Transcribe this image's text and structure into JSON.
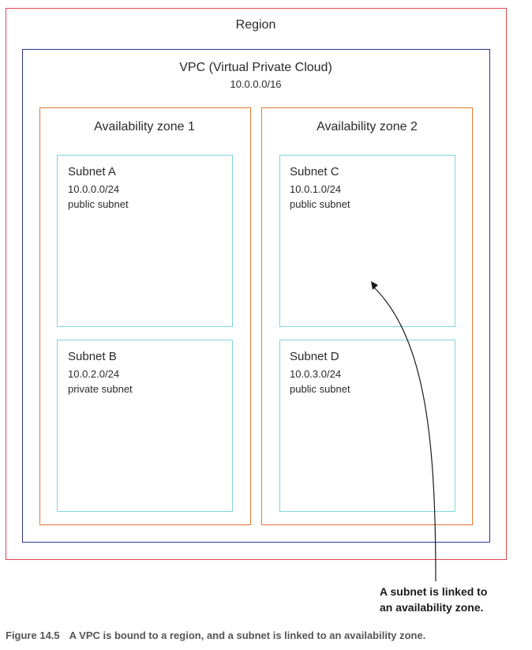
{
  "region": {
    "label": "Region"
  },
  "vpc": {
    "label": "VPC (Virtual Private Cloud)",
    "cidr": "10.0.0.0/16"
  },
  "zones": [
    {
      "label": "Availability zone 1"
    },
    {
      "label": "Availability zone 2"
    }
  ],
  "subnets": [
    {
      "name": "Subnet A",
      "cidr": "10.0.0.0/24",
      "type": "public subnet"
    },
    {
      "name": "Subnet B",
      "cidr": "10.0.2.0/24",
      "type": "private subnet"
    },
    {
      "name": "Subnet C",
      "cidr": "10.0.1.0/24",
      "type": "public subnet"
    },
    {
      "name": "Subnet D",
      "cidr": "10.0.3.0/24",
      "type": "public subnet"
    }
  ],
  "annotation": {
    "line1": "A subnet is linked to",
    "line2": "an availability zone."
  },
  "caption": {
    "number": "Figure 14.5",
    "text": "A VPC is bound to a region, and a subnet is linked to an availability zone."
  },
  "colors": {
    "region": "#e0474c",
    "vpc": "#2b3990",
    "zone": "#e8772e",
    "subnet": "#7fd3e0"
  }
}
